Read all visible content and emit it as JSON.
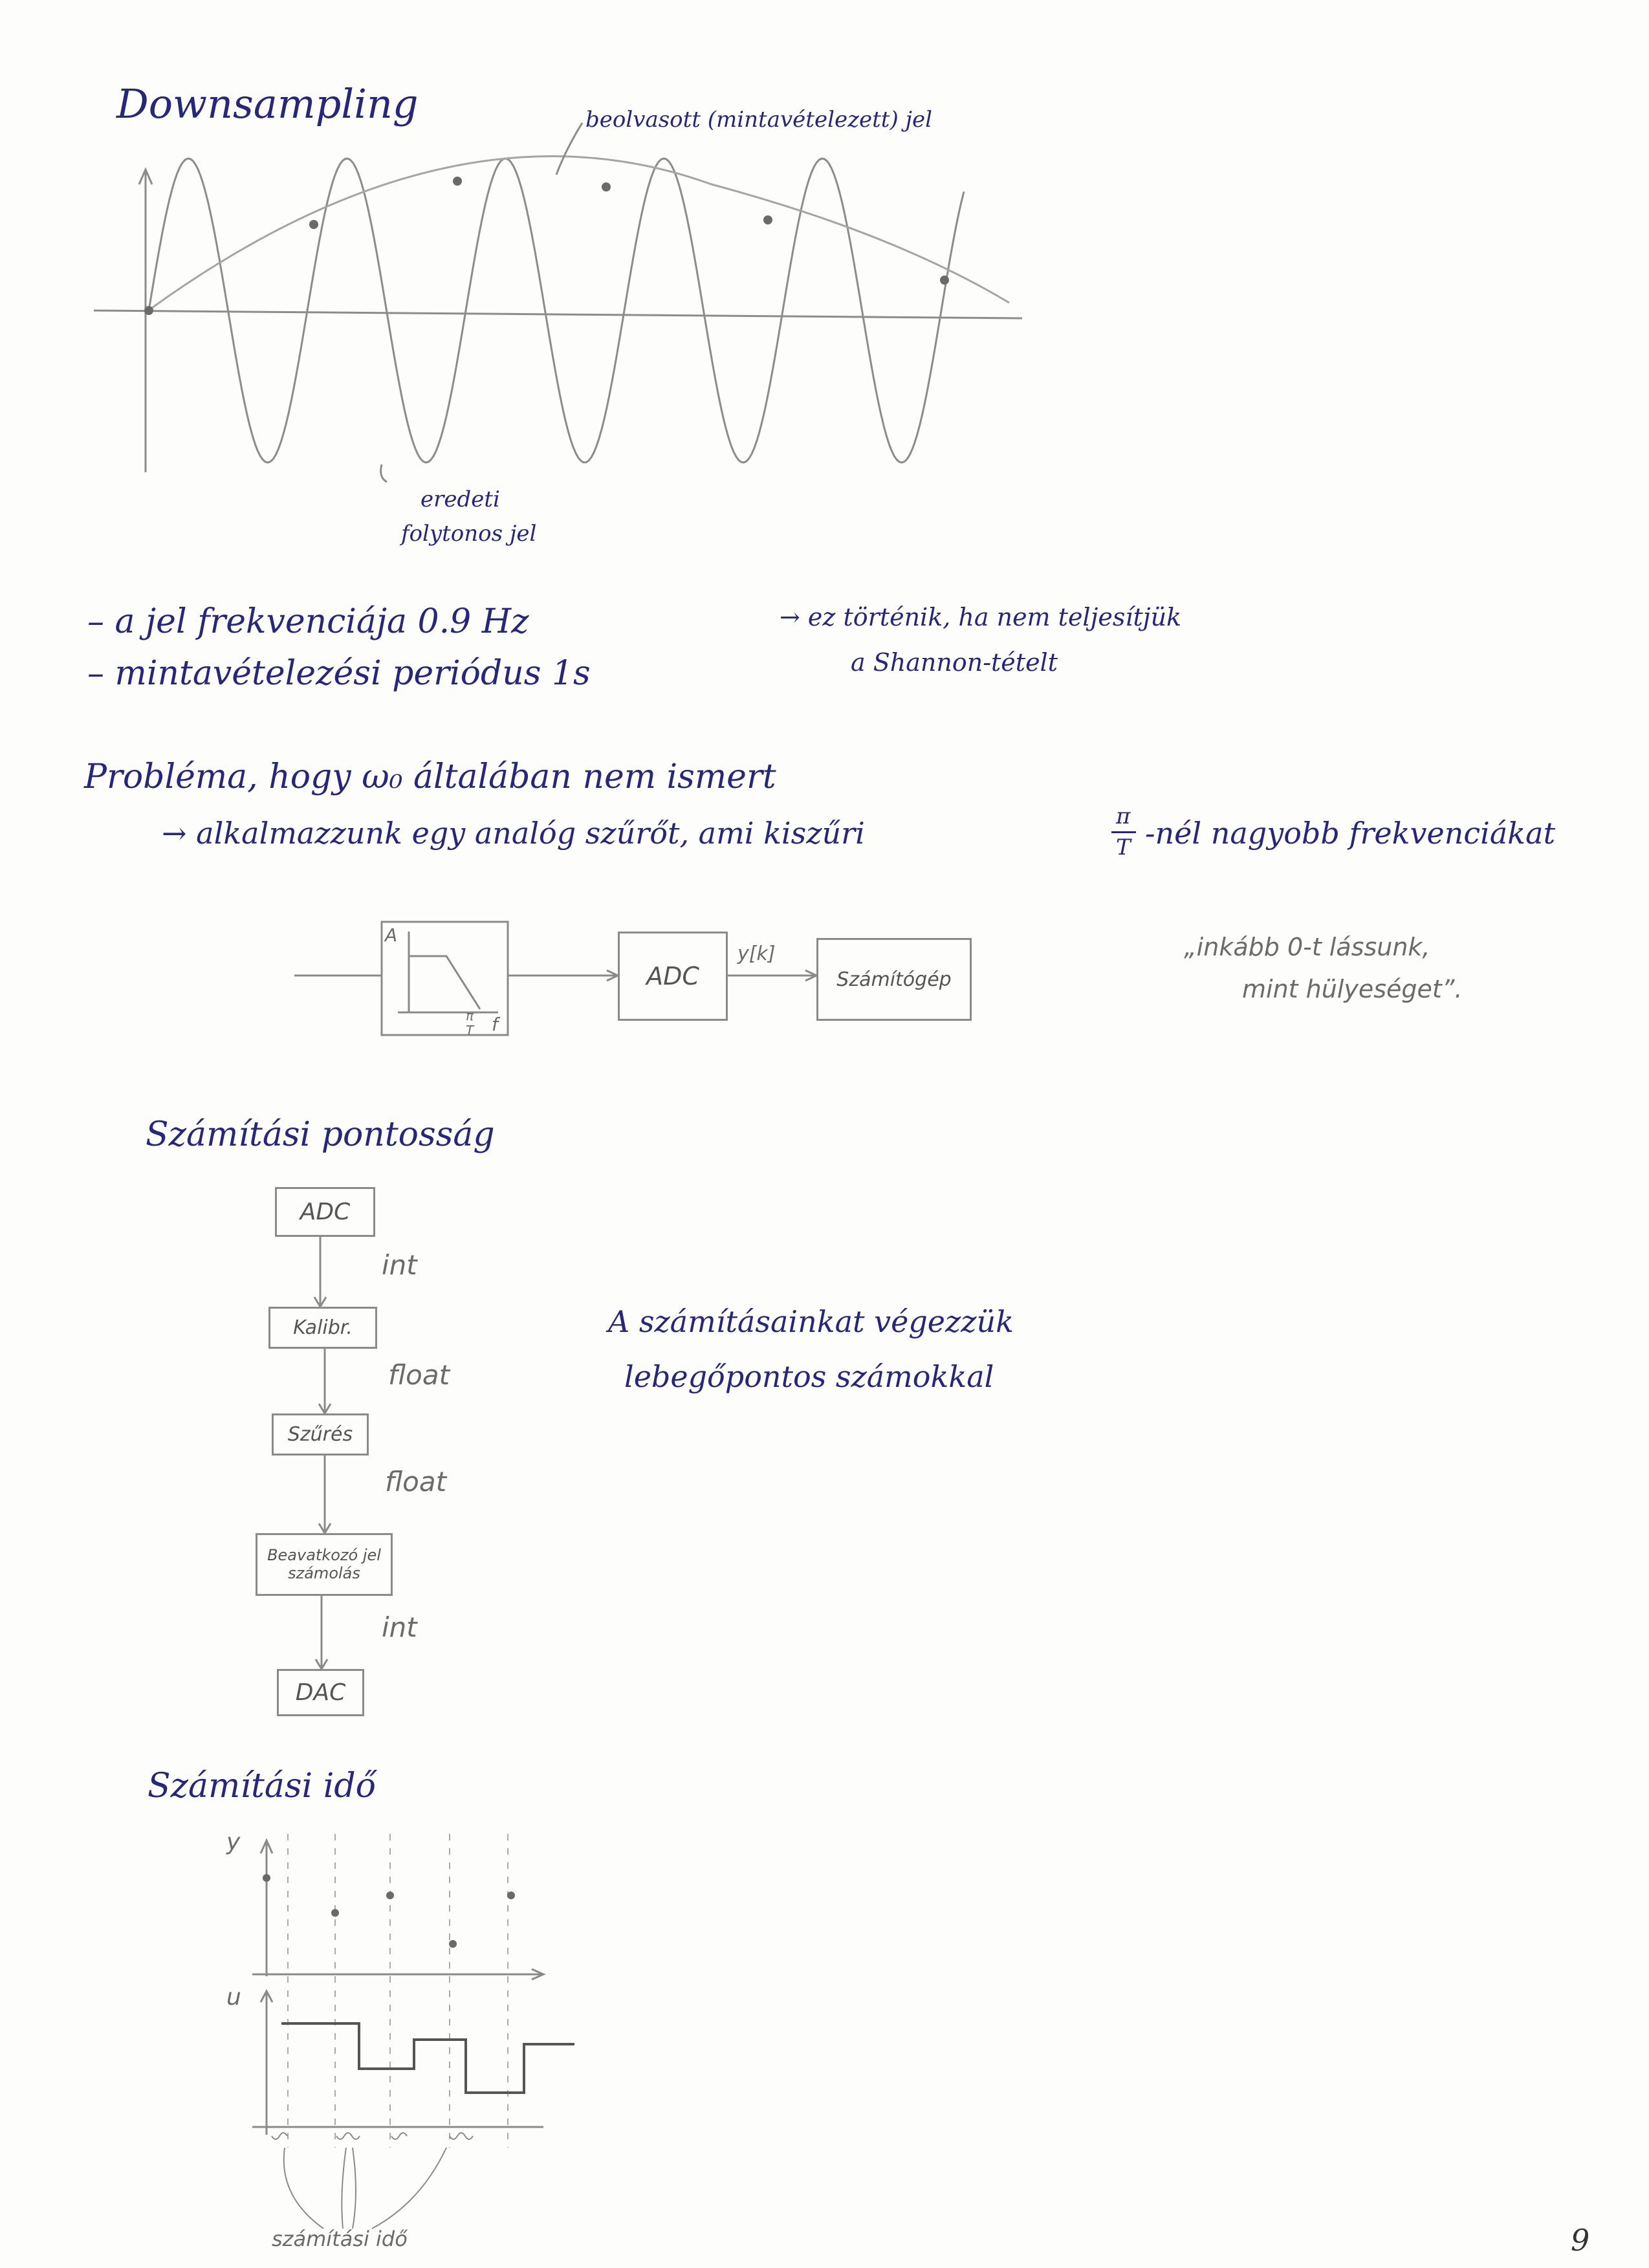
{
  "downsampling": {
    "title": "Downsampling",
    "sampled_label": "beolvasott (mintavételezett) jel",
    "original_label_line1": "eredeti",
    "original_label_line2": "folytonos jel"
  },
  "notes": {
    "line1": "– a jel frekvenciája  0.9 Hz",
    "line2": "– mintavételezési periódus  1s",
    "arrow_note_line1": "→ ez történik, ha nem teljesítjük",
    "arrow_note_line2": "a Shannon-tételt"
  },
  "problem": {
    "line1": "Probléma, hogy ω₀ általában nem ismert",
    "line2": "→ alkalmazzunk egy analóg szűrőt, ami kiszűri",
    "frac_num": "π",
    "frac_den": "T",
    "line2_end": "-nél nagyobb frekvenciákat"
  },
  "chain": {
    "filter_axis_a": "A",
    "filter_axis_f": "f",
    "filter_cut_num": "π",
    "filter_cut_den": "T",
    "adc": "ADC",
    "signal": "y[k]",
    "computer": "Számítógép",
    "quote_line1": "„inkább 0-t lássunk,",
    "quote_line2": "mint hülyeséget”."
  },
  "precision": {
    "title": "Számítási pontosság",
    "boxes": [
      "ADC",
      "Kalibr.",
      "Szűrés",
      "Beavatkozó jel számolás",
      "DAC"
    ],
    "types": [
      "int",
      "float",
      "float",
      "int"
    ],
    "note_line1": "A számításainkat végezzük",
    "note_line2": "lebegőpontos számokkal"
  },
  "time": {
    "title": "Számítási idő",
    "axis_y": "y",
    "axis_u": "u",
    "caption": "számítási idő"
  },
  "page_number": "9"
}
